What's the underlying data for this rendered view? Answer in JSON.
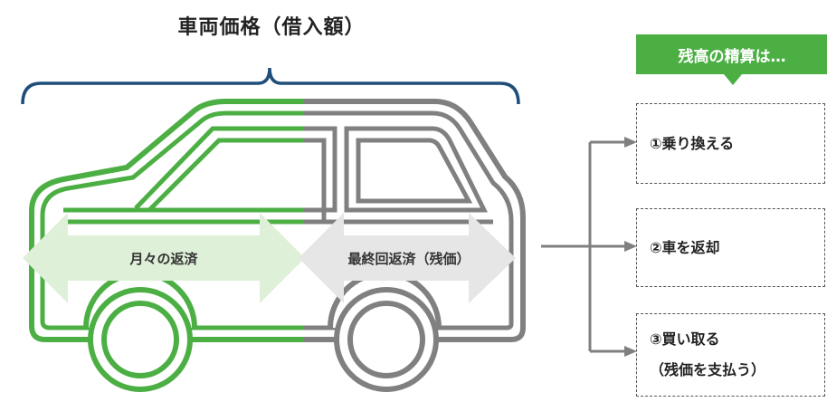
{
  "title": "車両価格（借入額）",
  "arrow_left_label": "月々の返済",
  "arrow_right_label": "最終回返済（残価）",
  "callout": "残高の精算は…",
  "options": {
    "opt1": "①乗り換える",
    "opt2": "②車を返却",
    "opt3_line1": "③買い取る",
    "opt3_line2": "（残価を支払う）"
  },
  "colors": {
    "green": "#4caf44",
    "gray": "#808080",
    "brace": "#1f4e79",
    "light_green": "#dff0d8",
    "light_gray": "#e6e6e6"
  }
}
